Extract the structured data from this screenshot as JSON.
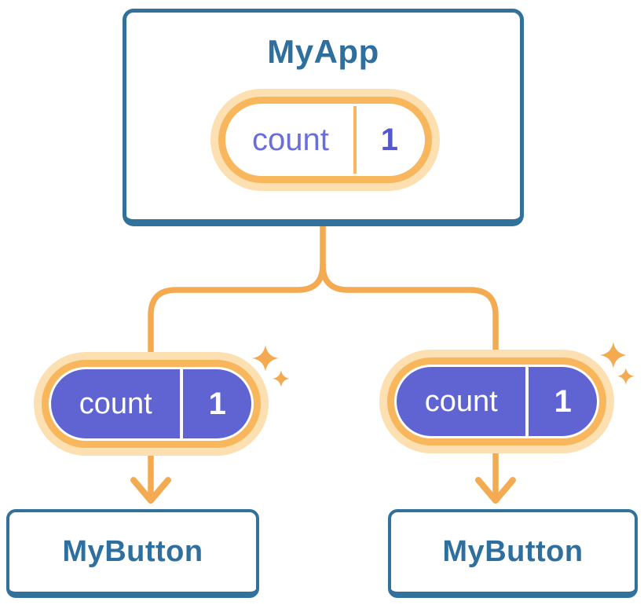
{
  "colors": {
    "accent_orange": "#F3AA50",
    "ring_orange": "#F8B75C",
    "halo_orange": "#FCE0B2",
    "purple": "#5F64D2",
    "blue_border": "#31719C",
    "blue_text": "#2F6F9E",
    "purple_text": "#6A6EDA",
    "purple_value": "#5457CE"
  },
  "diagram": {
    "root": {
      "title": "MyApp",
      "state": {
        "key": "count",
        "value": "1"
      }
    },
    "children": [
      {
        "title": "MyButton",
        "state": {
          "key": "count",
          "value": "1"
        }
      },
      {
        "title": "MyButton",
        "state": {
          "key": "count",
          "value": "1"
        }
      }
    ]
  }
}
